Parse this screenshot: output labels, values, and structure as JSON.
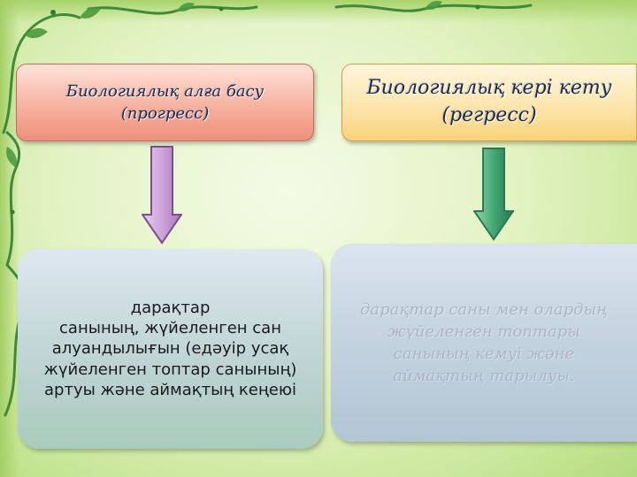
{
  "diagram": {
    "left": {
      "title_line1": "Биологиялық алға басу",
      "title_line2": "(прогресс)",
      "body_line1": "дарақтар",
      "body_line2": "санының, жүйеленген сан",
      "body_line3": "алуандылығын (едәуір усақ",
      "body_line4": "жүйеленген топтар санының)",
      "body_line5": "артуы және аймақтың кеңеюі"
    },
    "right": {
      "title_line1": "Биологиялық кері кету",
      "title_line2": "(регресс)",
      "body_line1": "дарақтар саны мен олардың",
      "body_line2": "жүйеленген топтары",
      "body_line3": "санының кемуі және",
      "body_line4": "аймақтың тарылуы."
    }
  },
  "colors": {
    "left_header_fill": "#f4a793",
    "right_header_fill": "#fce1a4",
    "left_arrow": "#c89ad2",
    "right_arrow": "#3aa06e",
    "left_body_fill": "#b9d2cb",
    "right_body_fill": "#c3d2df"
  }
}
